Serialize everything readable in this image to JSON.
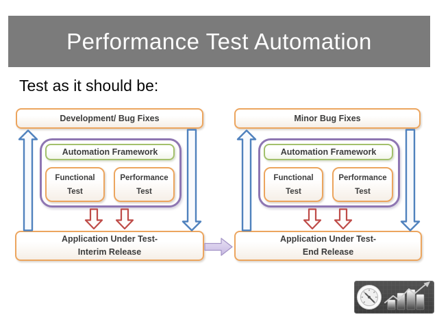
{
  "slide": {
    "title": "Performance Test Automation",
    "subtitle": "Test as it should be:"
  },
  "diagram": {
    "groups": [
      {
        "name": "interim-release-cycle",
        "top_box": "Development/ Bug Fixes",
        "framework_box": "Automation Framework",
        "test_boxes": [
          {
            "line1": "Functional",
            "line2": "Test"
          },
          {
            "line1": "Performance",
            "line2": "Test"
          }
        ],
        "bottom_box": {
          "line1": "Application Under Test-",
          "line2": "Interim Release"
        }
      },
      {
        "name": "end-release-cycle",
        "top_box": "Minor Bug Fixes",
        "framework_box": "Automation Framework",
        "test_boxes": [
          {
            "line1": "Functional",
            "line2": "Test"
          },
          {
            "line1": "Performance",
            "line2": "Test"
          }
        ],
        "bottom_box": {
          "line1": "Application Under Test-",
          "line2": "End Release"
        }
      }
    ],
    "icons": {
      "flow_up": "hollow-up-arrow",
      "flow_down": "hollow-down-arrow",
      "deploy_down": "hollow-red-down-arrow",
      "release_transition": "lavender-right-block-arrow",
      "logo_gauge": "speedometer",
      "logo_chart": "rising-bar-chart-with-trend-arrow"
    }
  },
  "colors": {
    "header_bg": "#7b7b7b",
    "orange_border": "#eca55e",
    "green_border": "#a2c06c",
    "purple_border": "#8e76b2",
    "blue_arrow": "#4f81bd",
    "red_arrow": "#be4b48",
    "lavender_arrow_fill": "#d5c9e9",
    "logo_bg": "#474747"
  }
}
